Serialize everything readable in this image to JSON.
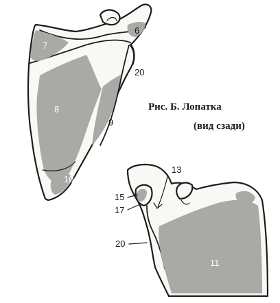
{
  "caption": {
    "title": "Рис. Б. Лопатка",
    "subtitle": "(вид сзади)"
  },
  "labels": {
    "l6": "6",
    "l7": "7",
    "l8": "8",
    "l9": "9",
    "l10": "10",
    "l20a": "20",
    "l13": "13",
    "l15": "15",
    "l17": "17",
    "l20b": "20",
    "l11": "11"
  }
}
